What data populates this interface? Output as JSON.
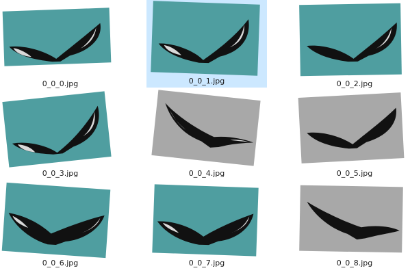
{
  "window": {
    "view": "large-icons",
    "selected_index": 1
  },
  "files": [
    {
      "name": "0_0_0.jpg",
      "tone": "color",
      "rotation": "slight-ccw"
    },
    {
      "name": "0_0_1.jpg",
      "tone": "color",
      "rotation": "slight-cw"
    },
    {
      "name": "0_0_2.jpg",
      "tone": "color",
      "rotation": "slight-ccw"
    },
    {
      "name": "0_0_3.jpg",
      "tone": "color",
      "rotation": "ccw"
    },
    {
      "name": "0_0_4.jpg",
      "tone": "grayscale",
      "rotation": "ccw-mirrored"
    },
    {
      "name": "0_0_5.jpg",
      "tone": "grayscale",
      "rotation": "slight-ccw"
    },
    {
      "name": "0_0_6.jpg",
      "tone": "color",
      "rotation": "cw"
    },
    {
      "name": "0_0_7.jpg",
      "tone": "color",
      "rotation": "slight-cw"
    },
    {
      "name": "0_0_8.jpg",
      "tone": "grayscale",
      "rotation": "mirrored"
    }
  ],
  "colors": {
    "selection": "#cce8ff",
    "water_color": "#4f9ea0",
    "water_gray": "#a8a8a8",
    "tail": "#111111",
    "tail_patch": "#d9d9d9"
  }
}
